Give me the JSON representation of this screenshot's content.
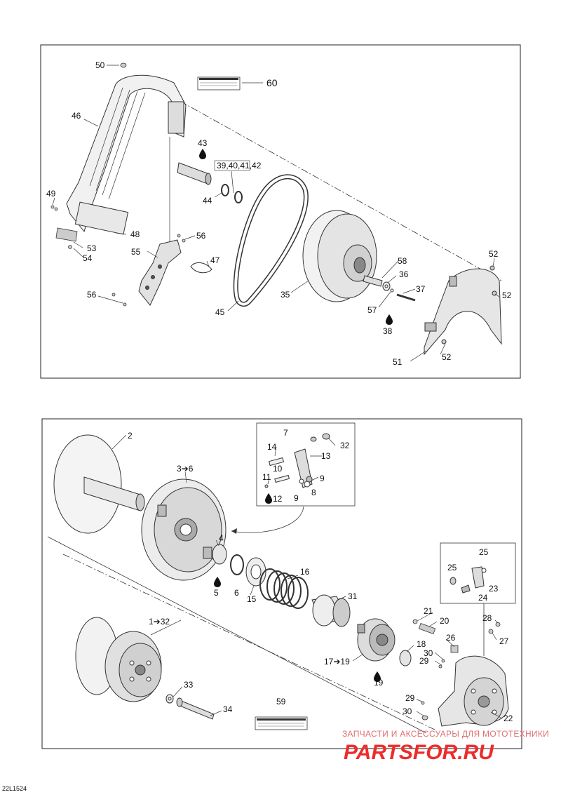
{
  "diagram": {
    "top_panel": {
      "callouts": [
        {
          "id": "c50",
          "text": "50"
        },
        {
          "id": "c60",
          "text": "60"
        },
        {
          "id": "c46",
          "text": "46"
        },
        {
          "id": "c43",
          "text": "43"
        },
        {
          "id": "c39",
          "text": "39,40,41,42"
        },
        {
          "id": "c44",
          "text": "44"
        },
        {
          "id": "c49",
          "text": "49"
        },
        {
          "id": "c48",
          "text": "48"
        },
        {
          "id": "c53",
          "text": "53"
        },
        {
          "id": "c54",
          "text": "54"
        },
        {
          "id": "c56a",
          "text": "56"
        },
        {
          "id": "c55",
          "text": "55"
        },
        {
          "id": "c47",
          "text": "47"
        },
        {
          "id": "c56b",
          "text": "56"
        },
        {
          "id": "c45",
          "text": "45"
        },
        {
          "id": "c35",
          "text": "35"
        },
        {
          "id": "c58",
          "text": "58"
        },
        {
          "id": "c36",
          "text": "36"
        },
        {
          "id": "c37",
          "text": "37"
        },
        {
          "id": "c57",
          "text": "57"
        },
        {
          "id": "c38",
          "text": "38"
        },
        {
          "id": "c52a",
          "text": "52"
        },
        {
          "id": "c52b",
          "text": "52"
        },
        {
          "id": "c52c",
          "text": "52"
        },
        {
          "id": "c51",
          "text": "51"
        }
      ]
    },
    "bottom_panel": {
      "callouts": [
        {
          "id": "c2",
          "text": "2"
        },
        {
          "id": "c3",
          "text": "3➔6"
        },
        {
          "id": "c4",
          "text": "4"
        },
        {
          "id": "c5",
          "text": "5"
        },
        {
          "id": "c6",
          "text": "6"
        },
        {
          "id": "c15",
          "text": "15"
        },
        {
          "id": "c16",
          "text": "16"
        },
        {
          "id": "c31",
          "text": "31"
        },
        {
          "id": "c7",
          "text": "7"
        },
        {
          "id": "c14",
          "text": "14"
        },
        {
          "id": "c32a",
          "text": "32"
        },
        {
          "id": "c13",
          "text": "13"
        },
        {
          "id": "c10",
          "text": "10"
        },
        {
          "id": "c11",
          "text": "11"
        },
        {
          "id": "c9a",
          "text": "9"
        },
        {
          "id": "c12",
          "text": "12"
        },
        {
          "id": "c9b",
          "text": "9"
        },
        {
          "id": "c8",
          "text": "8"
        },
        {
          "id": "c1",
          "text": "1➔32"
        },
        {
          "id": "c33",
          "text": "33"
        },
        {
          "id": "c34",
          "text": "34"
        },
        {
          "id": "c59",
          "text": "59"
        },
        {
          "id": "c21",
          "text": "21"
        },
        {
          "id": "c20",
          "text": "20"
        },
        {
          "id": "c18",
          "text": "18"
        },
        {
          "id": "c17",
          "text": "17➔19"
        },
        {
          "id": "c19",
          "text": "19"
        },
        {
          "id": "c26",
          "text": "26"
        },
        {
          "id": "c30a",
          "text": "30"
        },
        {
          "id": "c29a",
          "text": "29"
        },
        {
          "id": "c29b",
          "text": "29"
        },
        {
          "id": "c30b",
          "text": "30"
        },
        {
          "id": "c22",
          "text": "22"
        },
        {
          "id": "c28",
          "text": "28"
        },
        {
          "id": "c27",
          "text": "27"
        },
        {
          "id": "c25a",
          "text": "25"
        },
        {
          "id": "c25b",
          "text": "25"
        },
        {
          "id": "c23",
          "text": "23"
        },
        {
          "id": "c24",
          "text": "24"
        }
      ]
    },
    "watermark": {
      "line1": "ЗАПЧАСТИ И АКСЕССУАРЫ ДЛЯ МОТОТЕХНИКИ",
      "line2": "PARTSFOR.RU"
    },
    "figure_ref": "22L1524"
  }
}
